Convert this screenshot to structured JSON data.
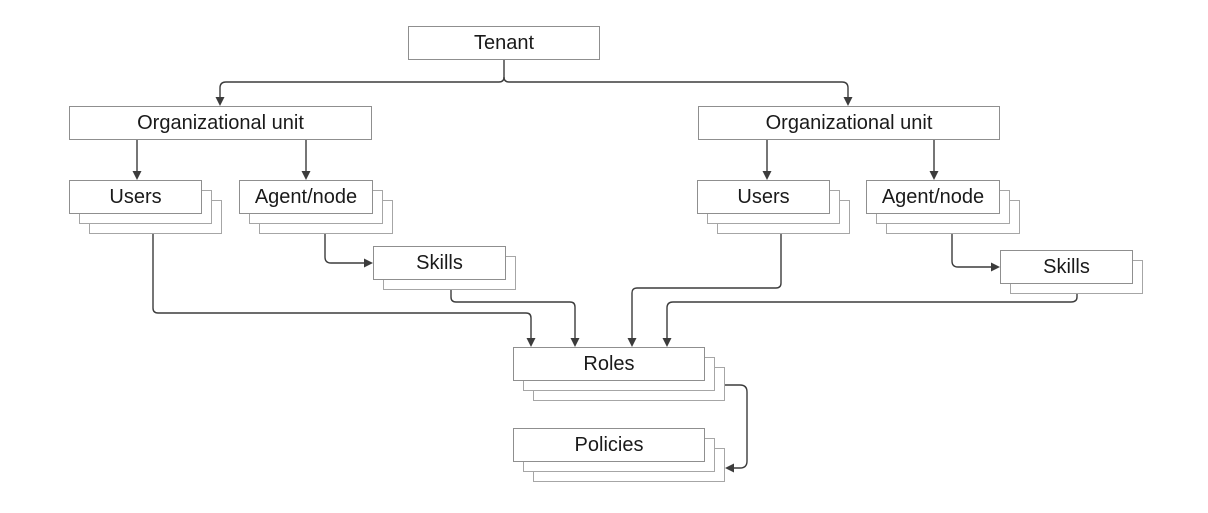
{
  "diagram": {
    "nodes": {
      "tenant": {
        "label": "Tenant"
      },
      "ou_left": {
        "label": "Organizational unit"
      },
      "users_left": {
        "label": "Users"
      },
      "agent_left": {
        "label": "Agent/node"
      },
      "skills_left": {
        "label": "Skills"
      },
      "ou_right": {
        "label": "Organizational unit"
      },
      "users_right": {
        "label": "Users"
      },
      "agent_right": {
        "label": "Agent/node"
      },
      "skills_right": {
        "label": "Skills"
      },
      "roles": {
        "label": "Roles"
      },
      "policies": {
        "label": "Policies"
      }
    },
    "edges": [
      {
        "from": "tenant",
        "to": "ou_left"
      },
      {
        "from": "tenant",
        "to": "ou_right"
      },
      {
        "from": "ou_left",
        "to": "users_left"
      },
      {
        "from": "ou_left",
        "to": "agent_left"
      },
      {
        "from": "ou_right",
        "to": "users_right"
      },
      {
        "from": "ou_right",
        "to": "agent_right"
      },
      {
        "from": "agent_left",
        "to": "skills_left"
      },
      {
        "from": "agent_right",
        "to": "skills_right"
      },
      {
        "from": "users_left",
        "to": "roles"
      },
      {
        "from": "skills_left",
        "to": "roles"
      },
      {
        "from": "users_right",
        "to": "roles"
      },
      {
        "from": "skills_right",
        "to": "roles"
      },
      {
        "from": "roles",
        "to": "policies"
      }
    ],
    "colors": {
      "background": "#ffffff",
      "box_fill": "#ffffff",
      "box_border": "#8f8f8f",
      "stack_border": "#a6a6a6",
      "connector": "#3c3c3c",
      "text": "#1a1a1a"
    }
  }
}
